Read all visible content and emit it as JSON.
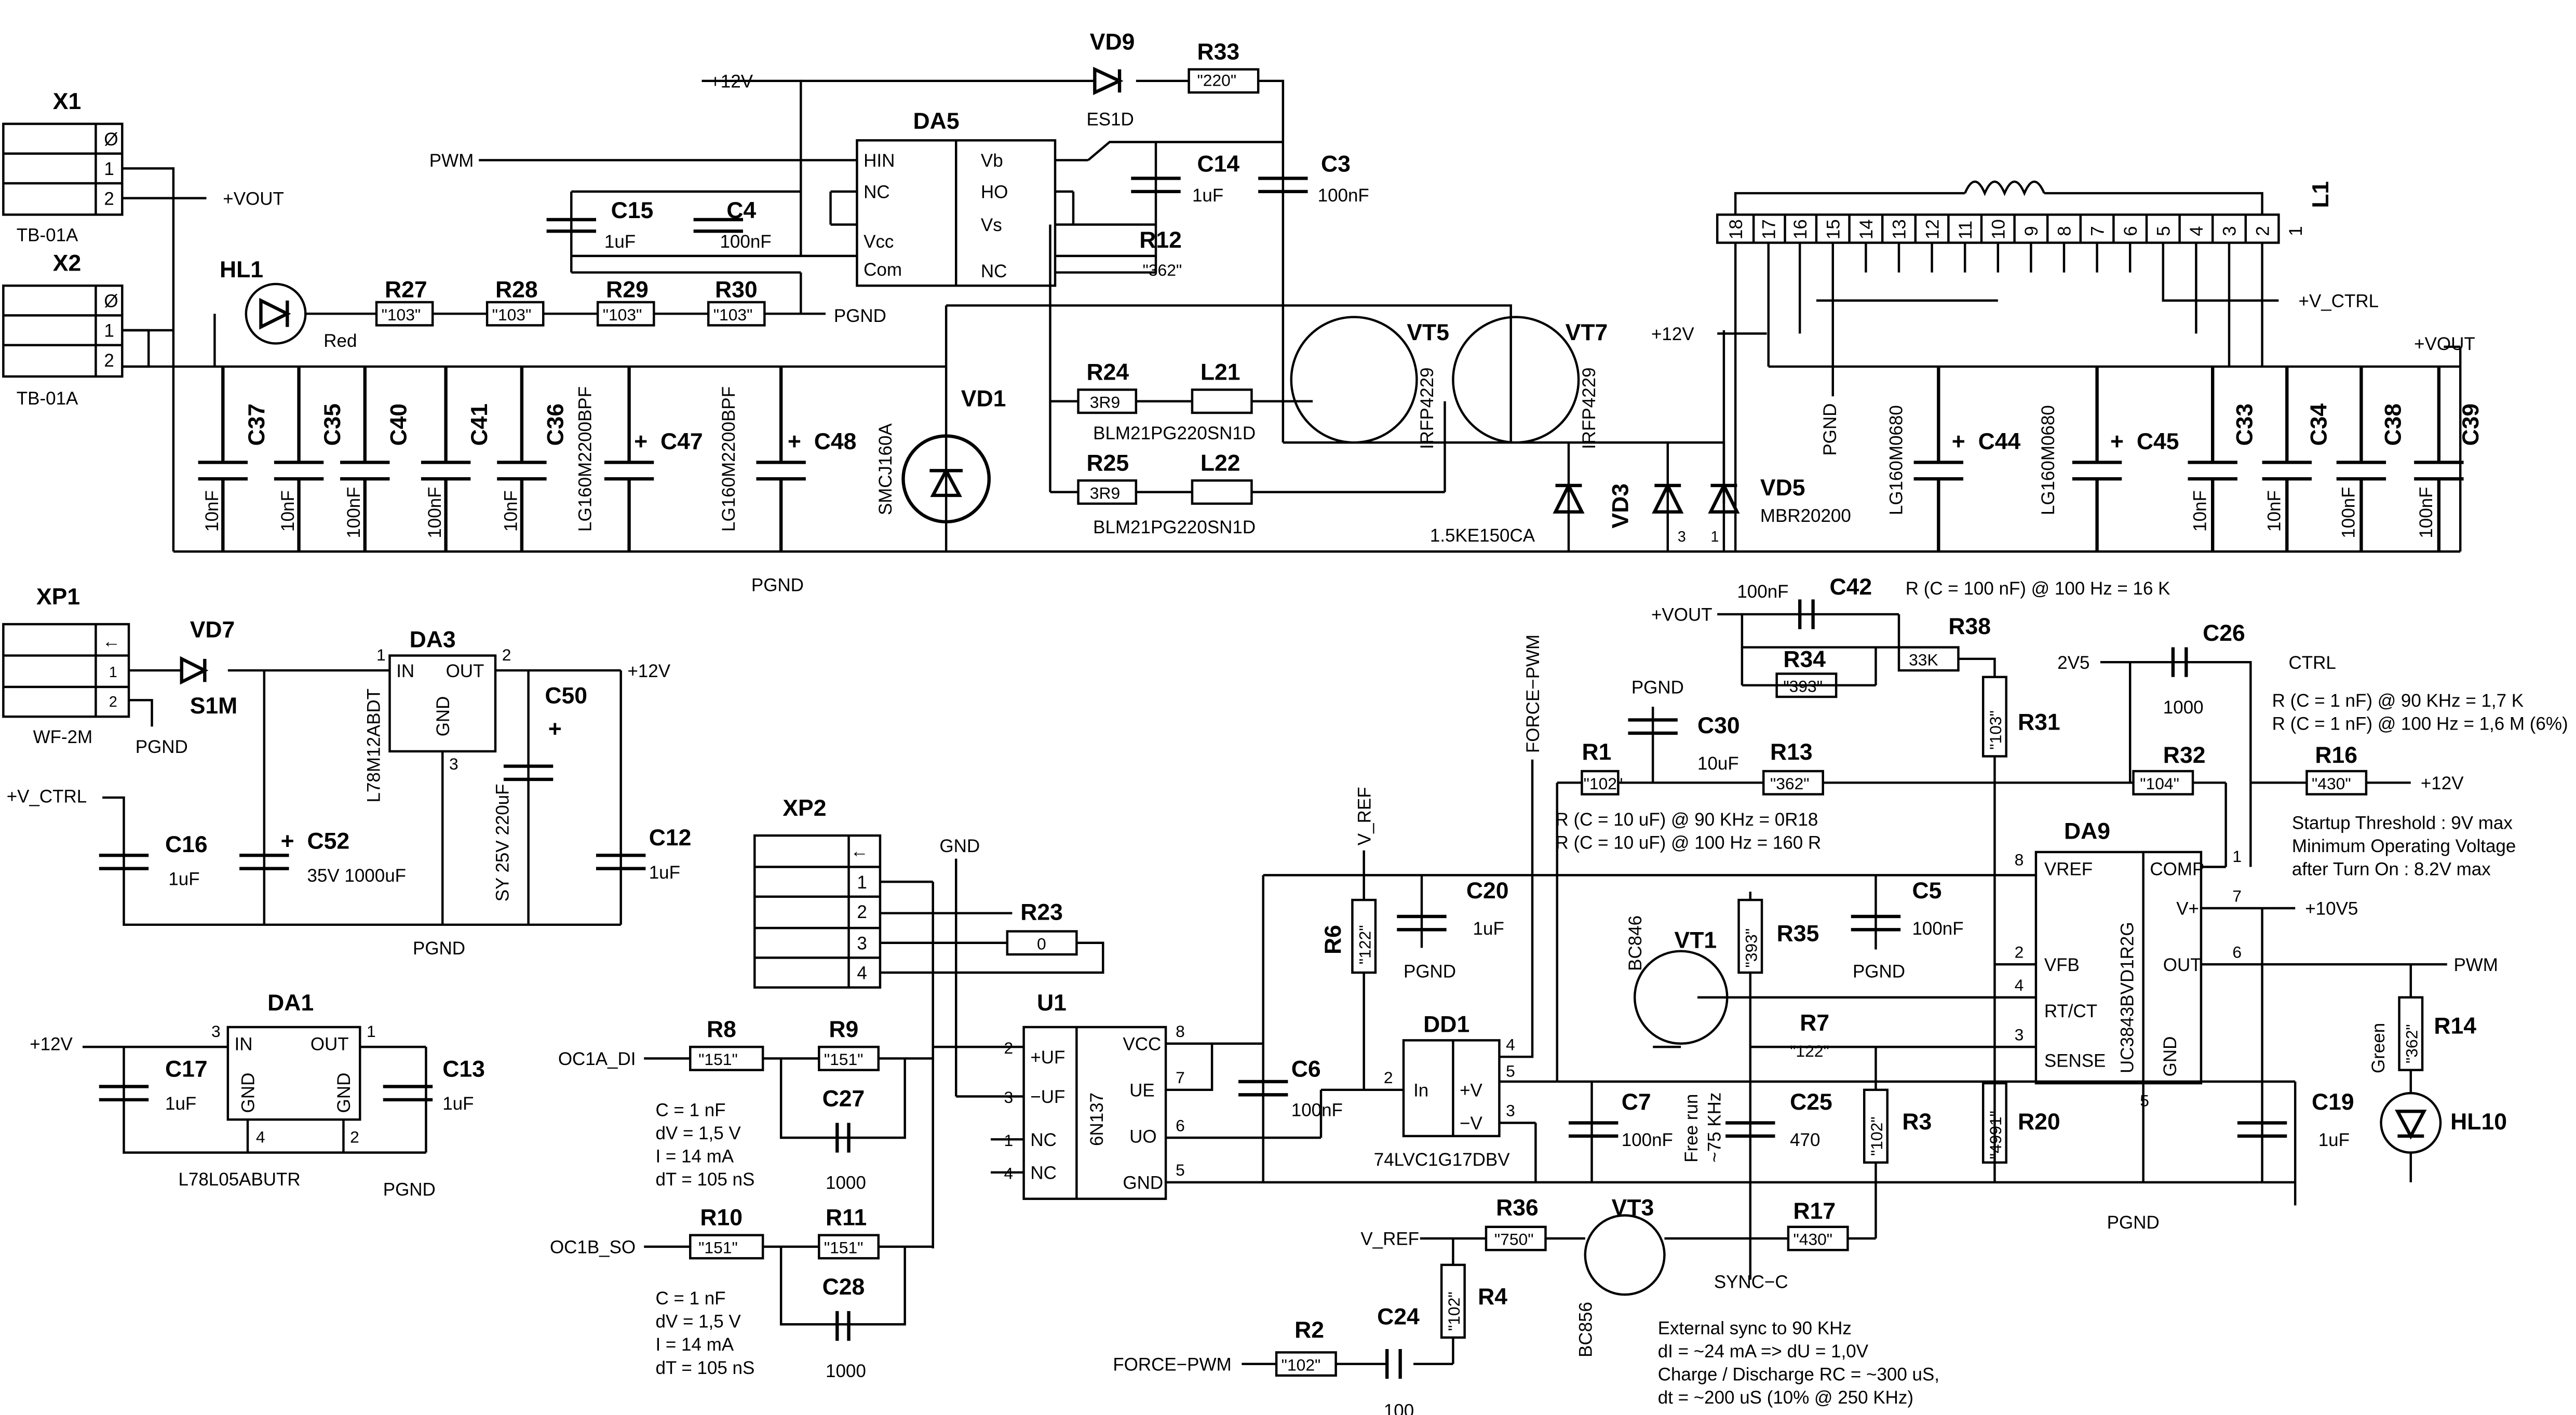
{
  "labels": {
    "x1": "X1",
    "x2": "X2",
    "tb1": "TB-01A",
    "tb2": "TB-01A",
    "z": "Ø",
    "p1": "1",
    "p2": "2",
    "vout": "+VOUT",
    "hl1": "HL1",
    "red": "Red",
    "r27": "R27",
    "r28": "R28",
    "r29": "R29",
    "r30": "R30",
    "v103": "\"103\"",
    "pgnd": "PGND",
    "p12v": "+12V",
    "pwm": "PWM",
    "vd9": "VD9",
    "es1d": "ES1D",
    "r33": "R33",
    "v220": "\"220\"",
    "da5": "DA5",
    "hin": "HIN",
    "nc": "NC",
    "vcc": "Vcc",
    "com": "Com",
    "vb": "Vb",
    "ho": "HO",
    "vs": "Vs",
    "n1": "1",
    "n2": "2",
    "n3": "3",
    "n4": "4",
    "n5": "5",
    "n6": "6",
    "n7": "7",
    "n8": "8",
    "c15": "C15",
    "c4": "C4",
    "c14": "C14",
    "c3": "C3",
    "uF1": "1uF",
    "nF100": "100nF",
    "r12": "R12",
    "v362": "\"362\"",
    "r24": "R24",
    "l21": "L21",
    "r25": "R25",
    "l22": "L22",
    "r3r9": "3R9",
    "blm": "BLM21PG220SN1D",
    "vt5": "VT5",
    "vt7": "VT7",
    "irfp": "IRFP4229",
    "vd1": "VD1",
    "smcj": "SMCJ160A",
    "vd3": "VD3",
    "vd5": "VD5",
    "mbr": "MBR20200",
    "ke150": "1.5KE150CA",
    "c37": "C37",
    "c35": "C35",
    "c40": "C40",
    "c41": "C41",
    "c36": "C36",
    "c47": "C47",
    "c48": "C48",
    "nF10": "10nF",
    "lg2200": "LG160M2200BPF",
    "l1": "L1",
    "vctrl": "+V_CTRL",
    "c44": "C44",
    "c45": "C45",
    "c33": "C33",
    "c34": "C34",
    "c38": "C38",
    "c39": "C39",
    "lg680": "LG160M0680",
    "n9": "9",
    "n10": "10",
    "n11": "11",
    "n12": "12",
    "n13": "13",
    "n14": "14",
    "n15": "15",
    "n16": "16",
    "n17": "17",
    "n18": "18",
    "xp1": "XP1",
    "vd7": "VD7",
    "s1m": "S1M",
    "wf2m": "WF-2M",
    "arrow": "←",
    "da3": "DA3",
    "in": "IN",
    "out": "OUT",
    "gnd": "GND",
    "l78m12": "L78M12ABDT",
    "c50": "C50",
    "sy25": "SY 25V 220uF",
    "c12": "C12",
    "vctrl2": "+V_CTRL",
    "c16": "C16",
    "c52": "C52",
    "v35": "35V 1000uF",
    "da1": "DA1",
    "c17": "C17",
    "c13": "C13",
    "l78l05": "L78L05ABUTR",
    "xp2": "XP2",
    "r23": "R23",
    "v0": "0",
    "u1": "U1",
    "uf1": "+UF",
    "uf2": "−UF",
    "vcc2": "VCC",
    "ue": "UE",
    "uo": "UO",
    "n6137": "6N137",
    "r8": "R8",
    "r9": "R9",
    "v151": "\"151\"",
    "c27": "C27",
    "oc1a": "OC1A_DI",
    "r10": "R10",
    "r11": "R11",
    "c28": "C28",
    "oc1b": "OC1B_SO",
    "n1000": "1000",
    "cnote1": "C   = 1 nF",
    "cnote2": "dV = 1,5 V",
    "cnote3": "I     = 14 mA",
    "cnote4": "dT = 105 nS",
    "c6": "C6",
    "vref": "V_REF",
    "r6": "R6",
    "v122": "\"122\"",
    "c20": "C20",
    "forcepwm": "FORCE−PWM",
    "dd1": "DD1",
    "lvc": "74LVC1G17DBV",
    "in2": "In",
    "pv": "+V",
    "mv": "−V",
    "r1": "R1",
    "v102": "\"102\"",
    "c30": "C30",
    "uF10": "10uF",
    "r13": "R13",
    "rnote1": "R (C = 10 uF) @ 90 KHz =  0R18",
    "rnote2": "R (C = 10 uF) @  100 Hz = 160 R",
    "vout2": "+VOUT",
    "nf100b": "100nF",
    "c42": "C42",
    "rc100": "R (C = 100 nF) @  100 Hz = 16 K",
    "r38": "R38",
    "v33k": "33K",
    "r34": "R34",
    "v393": "\"393\"",
    "r31": "R31",
    "v2v5": "2V5",
    "c26": "C26",
    "ctrl": "CTRL",
    "v1000": "1000",
    "rnote3": "R (C = 1 nF) @ 90 KHz = 1,7 K",
    "rnote4": "R (C = 1 nF) @ 100 Hz = 1,6 M (6%)",
    "r32": "R32",
    "v104": "\"104\"",
    "r16": "R16",
    "v430": "\"430\"",
    "startup1": "Startup Threshold : 9V max",
    "startup2": "Minimum Operating Voltage",
    "startup3": "after Turn On : 8.2V max",
    "da9": "DA9",
    "vrefp": "VREF",
    "comp": "COMP",
    "vplus": "V+",
    "vfb": "VFB",
    "rtct": "RT/CT",
    "sense": "SENSE",
    "uc": "UC3843BVD1R2G",
    "p10v5": "+10V5",
    "bc846": "BC846",
    "vt1": "VT1",
    "r35": "R35",
    "c5": "C5",
    "r7": "R7",
    "c25": "C25",
    "v470": "470",
    "freerun1": "Free run",
    "freerun2": "~75 KHz",
    "c7": "C7",
    "r3": "R3",
    "r20": "R20",
    "v4991": "\"4991\"",
    "c19": "C19",
    "r14": "R14",
    "green": "Green",
    "hl10": "HL10",
    "r36": "R36",
    "v750": "\"750\"",
    "vt3": "VT3",
    "bc856": "BC856",
    "r17": "R17",
    "syncc": "SYNC−C",
    "r4": "R4",
    "r2": "R2",
    "c24": "C24",
    "v100": "100",
    "ext1": "External sync to 90 KHz",
    "ext2": "dI    = ~24 mA  =>  dU = 1,0V",
    "ext3": "Charge / Discharge  RC = ~300 uS,",
    "ext4": "dt    = ~200 uS (10% @ 250 KHz)",
    "plus": "+"
  }
}
